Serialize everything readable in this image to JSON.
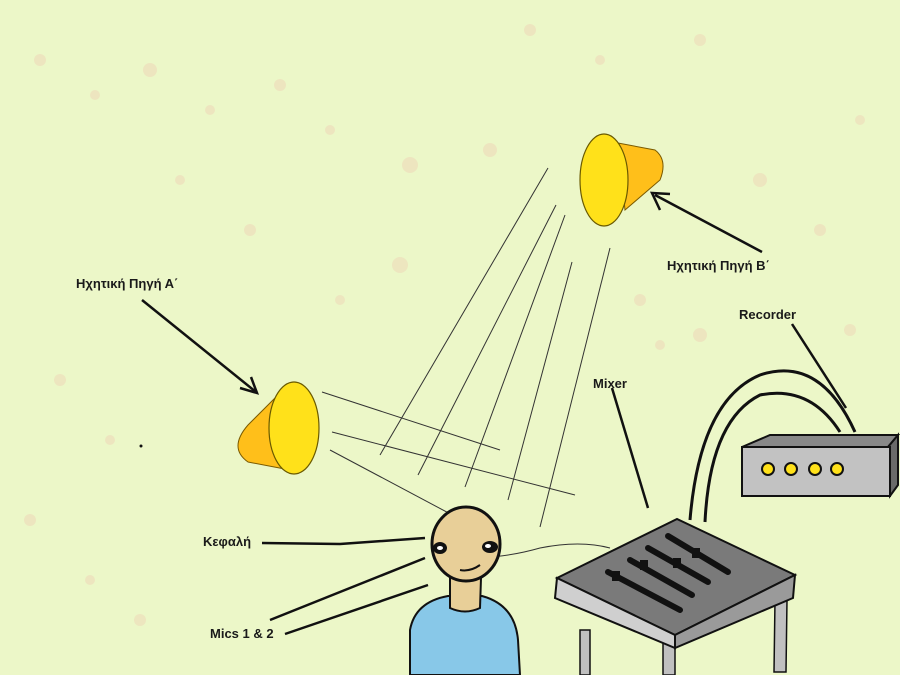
{
  "diagram": {
    "background_color": "#ecf7c8",
    "labels": {
      "source_a": "Ηχητική Πηγή Α΄",
      "source_b": "Ηχητική Πηγή Β΄",
      "head": "Κεφαλή",
      "mics": "Mics 1 & 2",
      "mixer": "Mixer",
      "recorder": "Recorder"
    },
    "colors": {
      "speaker_face": "#ffe11a",
      "speaker_cone": "#ffbf1a",
      "skin": "#e8cf98",
      "shirt": "#88c8e8",
      "device_gray": "#b8b8b8",
      "device_dark": "#808080",
      "led": "#ffe11a"
    },
    "recorder_led_count": 4,
    "mixer_fader_count": 4
  }
}
